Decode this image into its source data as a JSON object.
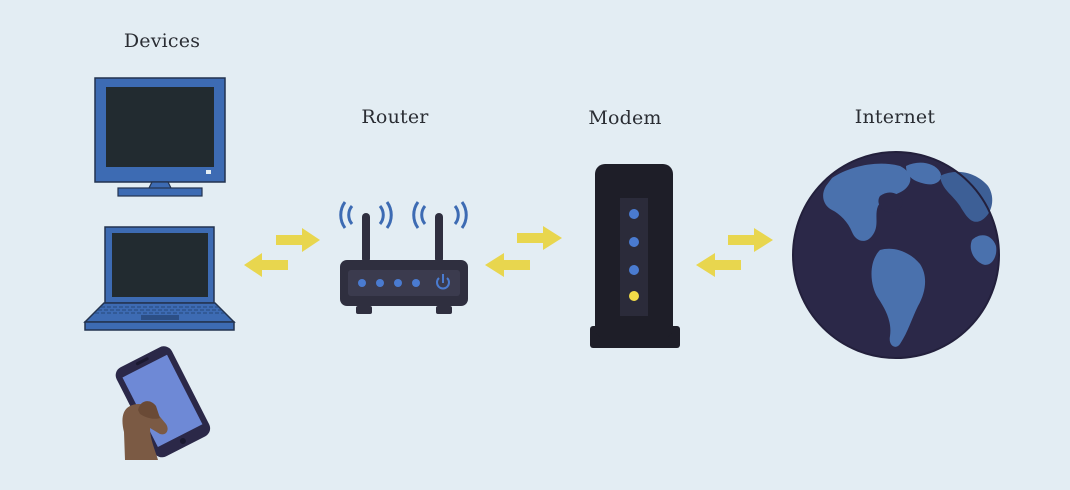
{
  "diagram": {
    "nodes": [
      {
        "id": "devices",
        "label": "Devices"
      },
      {
        "id": "router",
        "label": "Router"
      },
      {
        "id": "modem",
        "label": "Modem"
      },
      {
        "id": "internet",
        "label": "Internet"
      }
    ],
    "devices": [
      "desktop-monitor",
      "laptop",
      "smartphone"
    ],
    "links": [
      {
        "from": "devices",
        "to": "router",
        "direction": "bidirectional"
      },
      {
        "from": "router",
        "to": "modem",
        "direction": "bidirectional"
      },
      {
        "from": "modem",
        "to": "internet",
        "direction": "bidirectional"
      }
    ]
  },
  "colors": {
    "background": "#e3edf3",
    "device_blue": "#3d6bb3",
    "screen_dark": "#222b30",
    "arrow_yellow": "#e8d64e",
    "router_body": "#2f2f3f",
    "modem_body": "#1e1e28",
    "globe_ocean": "#2b2848",
    "globe_land": "#4a71ad"
  }
}
